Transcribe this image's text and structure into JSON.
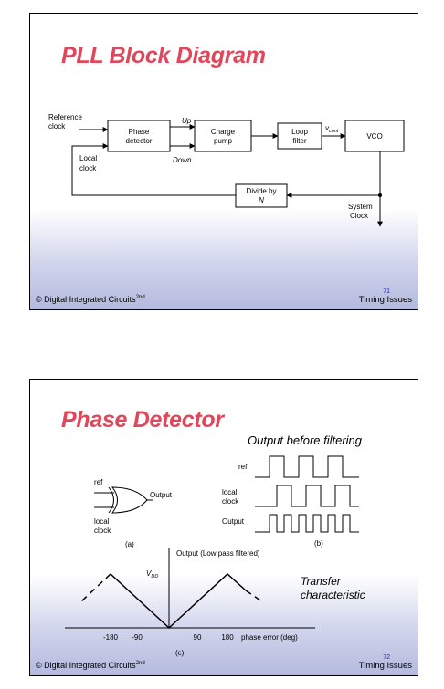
{
  "slides": [
    {
      "title": "PLL Block Diagram",
      "footer_left": "© Digital Integrated Circuits",
      "footer_sup": "2nd",
      "page_number": "71",
      "footer_right": "Timing Issues",
      "diagram": {
        "reference_clock_1": "Reference",
        "reference_clock_2": "clock",
        "phase_detector_1": "Phase",
        "phase_detector_2": "detector",
        "up": "Up",
        "down": "Down",
        "charge_pump_1": "Charge",
        "charge_pump_2": "pump",
        "loop_filter_1": "Loop",
        "loop_filter_2": "filter",
        "vcont_v": "v",
        "vcont_sub": "cont",
        "vco": "VCO",
        "local_clock_1": "Local",
        "local_clock_2": "clock",
        "divide_by_1": "Divide by",
        "divide_by_2": "N",
        "system_clock_1": "System",
        "system_clock_2": "Clock"
      }
    },
    {
      "title": "Phase Detector",
      "footer_left": "© Digital Integrated Circuits",
      "footer_sup": "2nd",
      "page_number": "72",
      "footer_right": "Timing Issues",
      "diagram": {
        "output_before_filtering": "Output before filtering",
        "gate_ref": "ref",
        "gate_local_1": "local",
        "gate_local_2": "clock",
        "gate_output": "Output",
        "label_a": "(a)",
        "wave_ref": "ref",
        "wave_local_1": "local",
        "wave_local_2": "clock",
        "wave_output": "Output",
        "label_b": "(b)",
        "y_axis_label": "Output (Low pass filtered)",
        "vdd_v": "V",
        "vdd_sub": "DD",
        "transfer_1": "Transfer",
        "transfer_2": "characteristic",
        "tick_m180": "-180",
        "tick_m90": "-90",
        "tick_90": "90",
        "tick_180": "180",
        "x_axis_label": "phase error (deg)",
        "label_c": "(c)"
      }
    }
  ]
}
